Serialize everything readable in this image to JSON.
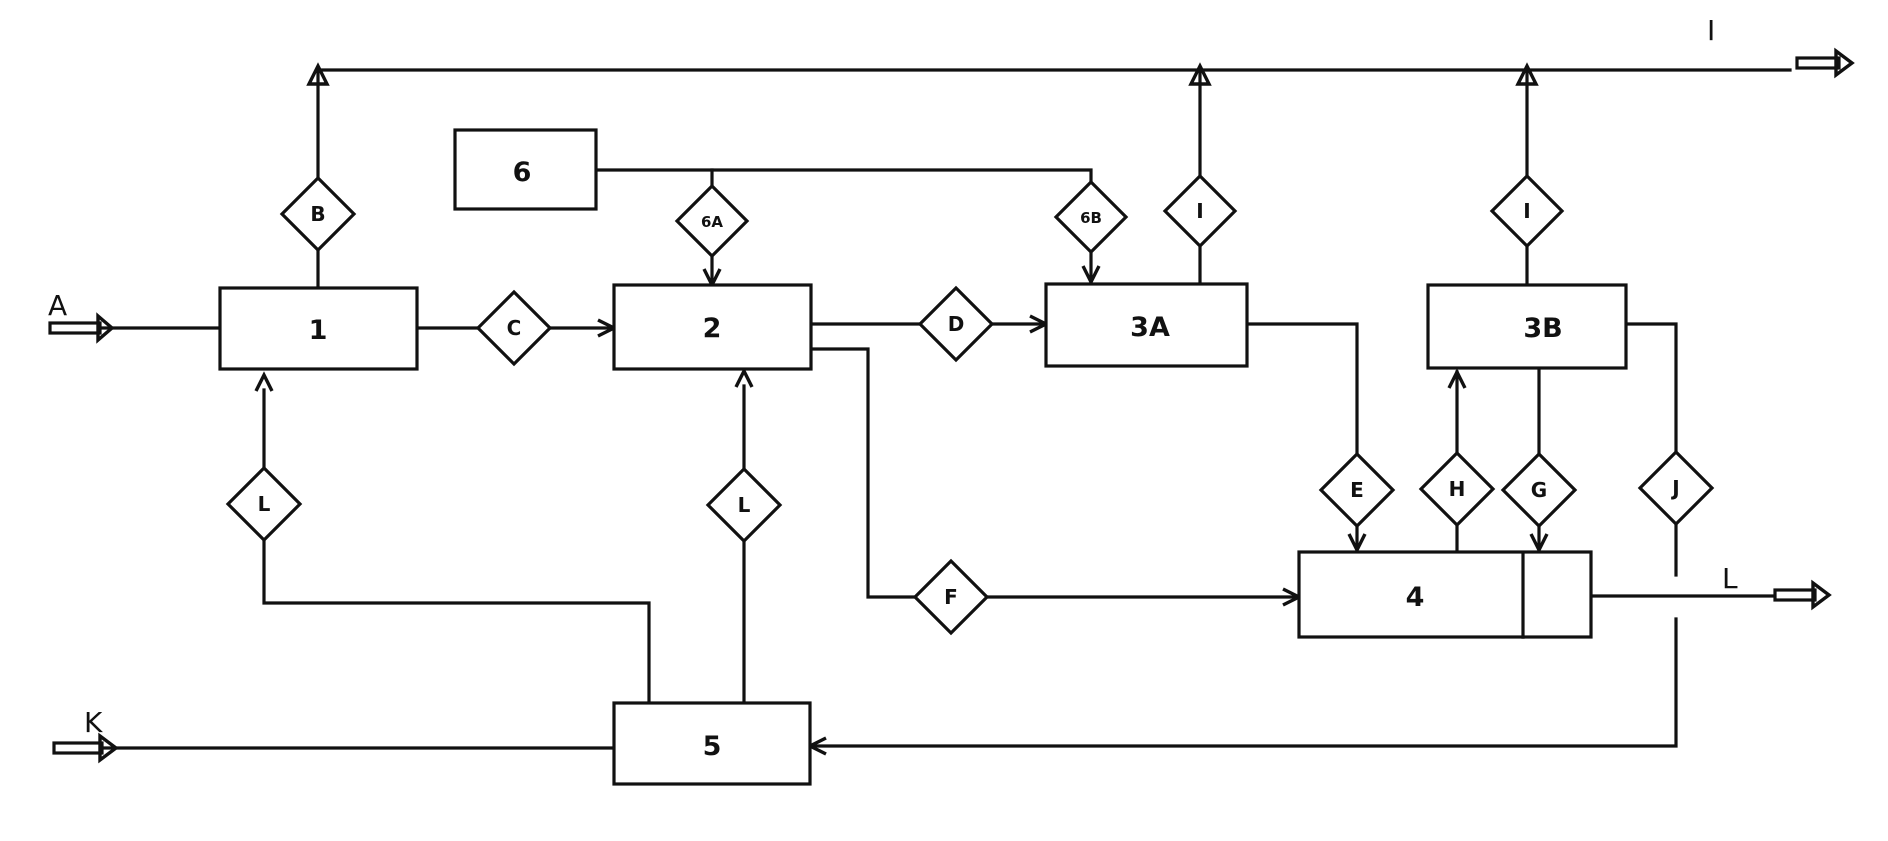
{
  "boxes": {
    "b1": "1",
    "b2": "2",
    "b3a": "3A",
    "b3b": "3B",
    "b4": "4",
    "b5": "5",
    "b6": "6"
  },
  "diamonds": {
    "B": "B",
    "C": "C",
    "D": "D",
    "E": "E",
    "F": "F",
    "G": "G",
    "H": "H",
    "J": "J",
    "L1": "L",
    "L2": "L",
    "I1": "I",
    "I2": "I",
    "six_a": "6A",
    "six_b": "6B"
  },
  "streams": {
    "A": "A",
    "I": "I",
    "K": "K",
    "L": "L"
  }
}
